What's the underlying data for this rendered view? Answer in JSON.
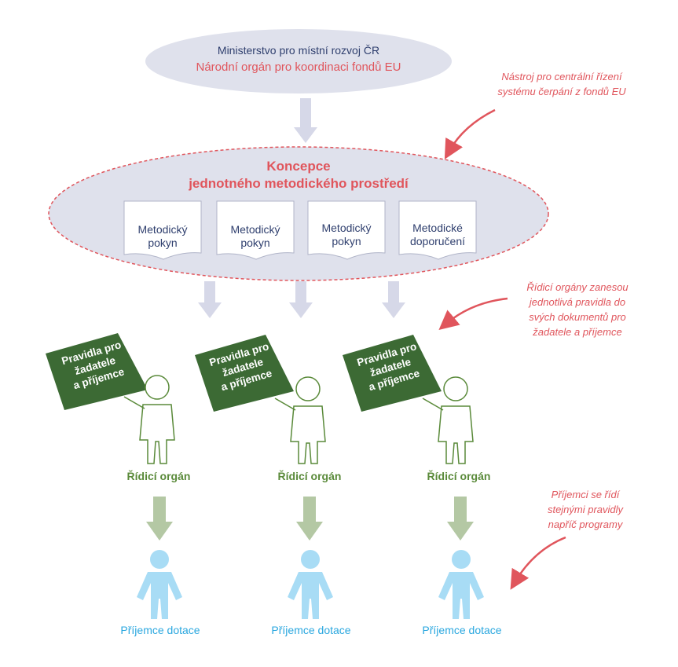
{
  "top_org": {
    "ministry": "Ministerstvo pro místní rozvoj ČR",
    "national_body": "Národní orgán pro koordinaci fondů EU"
  },
  "concept": {
    "title_line1": "Koncepce",
    "title_line2": "jednotného metodického prostředí"
  },
  "documents": [
    {
      "line1": "Metodický",
      "line2": "pokyn"
    },
    {
      "line1": "Metodický",
      "line2": "pokyn"
    },
    {
      "line1": "Metodický",
      "line2": "pokyn"
    },
    {
      "line1": "Metodické",
      "line2": "doporučení"
    }
  ],
  "notes": {
    "note1_line1": "Nástroj pro centrální řízení",
    "note1_line2": "systému čerpání z fondů EU",
    "note2_line1": "Řídicí orgány zanesou",
    "note2_line2": "jednotlivá pravidla do",
    "note2_line3": "svých dokumentů pro",
    "note2_line4": "žadatele a příjemce",
    "note3_line1": "Příjemci se řídí",
    "note3_line2": "stejnými pravidly",
    "note3_line3": "napříč programy"
  },
  "rules_book": {
    "line1": "Pravidla pro",
    "line2": "žadatele",
    "line3": "a příjemce"
  },
  "managing_authorities": [
    {
      "label": "Řídicí orgán"
    },
    {
      "label": "Řídicí orgán"
    },
    {
      "label": "Řídicí orgán"
    }
  ],
  "recipients": [
    {
      "label": "Příjemce dotace"
    },
    {
      "label": "Příjemce dotace"
    },
    {
      "label": "Příjemce dotace"
    }
  ],
  "colors": {
    "ellipse_fill": "#dfe1ec",
    "navy_text": "#2f3f6e",
    "coral": "#e0555c",
    "book_green": "#3c6a34",
    "label_green": "#5a8a3a",
    "arrow_green": "#b4c8a4",
    "arrow_lavender": "#d6d8e8",
    "person_blue": "#a8dcf5",
    "recipient_text": "#2aa7df"
  }
}
